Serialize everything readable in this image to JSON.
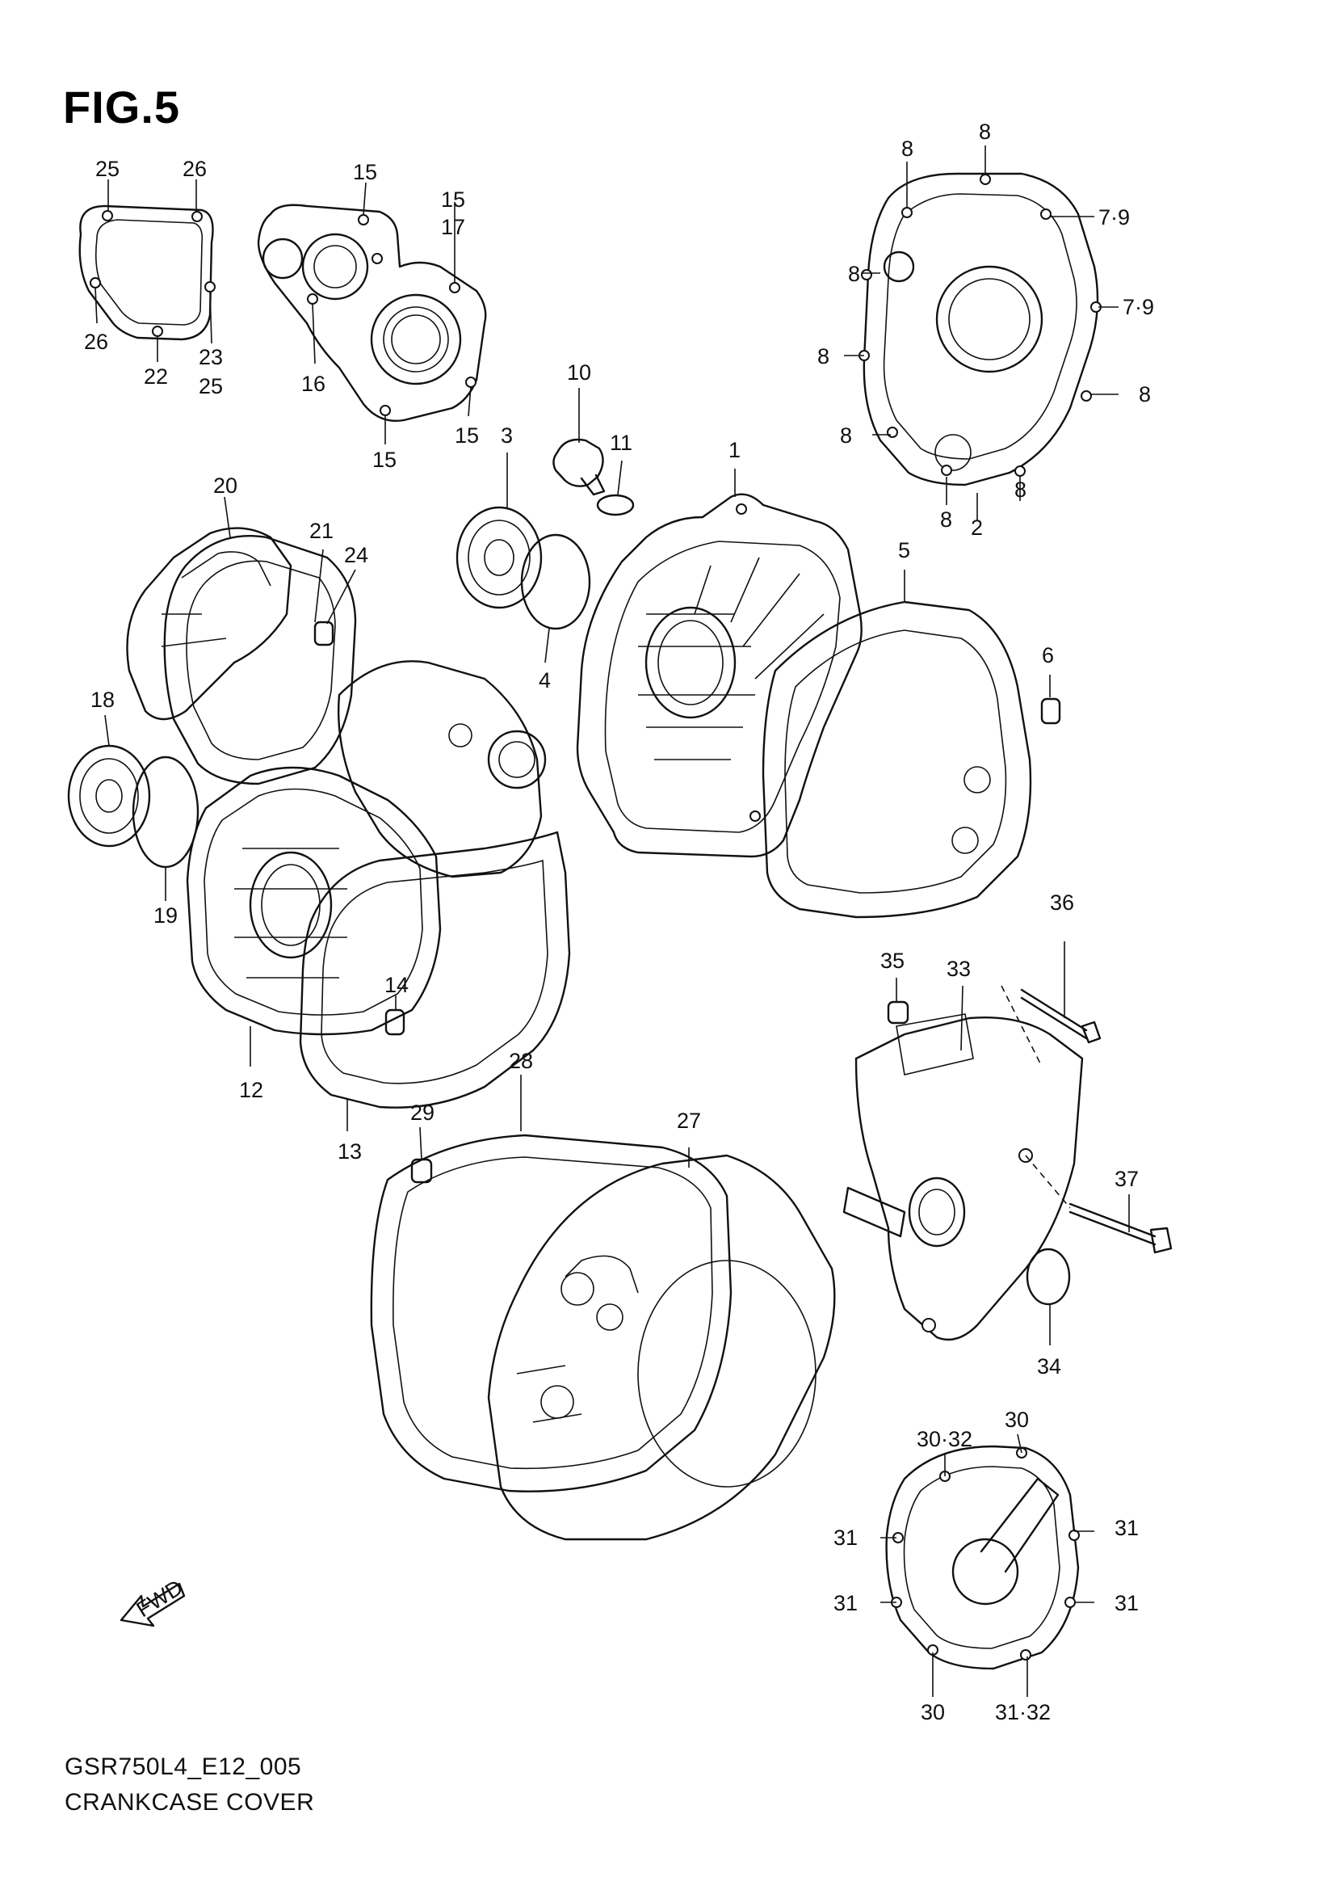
{
  "figure": {
    "title": "FIG.5",
    "code": "GSR750L4_E12_005",
    "name": "CRANKCASE COVER"
  },
  "labels": [
    {
      "id": "l1",
      "text": "1"
    },
    {
      "id": "l2",
      "text": "2"
    },
    {
      "id": "l3",
      "text": "3"
    },
    {
      "id": "l4",
      "text": "4"
    },
    {
      "id": "l5",
      "text": "5"
    },
    {
      "id": "l6",
      "text": "6"
    },
    {
      "id": "l7a",
      "text": "7·9"
    },
    {
      "id": "l7b",
      "text": "7·9"
    },
    {
      "id": "l8a",
      "text": "8"
    },
    {
      "id": "l8b",
      "text": "8"
    },
    {
      "id": "l8c",
      "text": "8"
    },
    {
      "id": "l8d",
      "text": "8"
    },
    {
      "id": "l8e",
      "text": "8"
    },
    {
      "id": "l8f",
      "text": "8"
    },
    {
      "id": "l8g",
      "text": "8"
    },
    {
      "id": "l8h",
      "text": "8"
    },
    {
      "id": "l10",
      "text": "10"
    },
    {
      "id": "l11",
      "text": "11"
    },
    {
      "id": "l12",
      "text": "12"
    },
    {
      "id": "l13",
      "text": "13"
    },
    {
      "id": "l14",
      "text": "14"
    },
    {
      "id": "l15a",
      "text": "15"
    },
    {
      "id": "l15b",
      "text": "15"
    },
    {
      "id": "l15c",
      "text": "15"
    },
    {
      "id": "l15d",
      "text": "15"
    },
    {
      "id": "l16",
      "text": "16"
    },
    {
      "id": "l17",
      "text": "17"
    },
    {
      "id": "l18",
      "text": "18"
    },
    {
      "id": "l19",
      "text": "19"
    },
    {
      "id": "l20",
      "text": "20"
    },
    {
      "id": "l21",
      "text": "21"
    },
    {
      "id": "l22",
      "text": "22"
    },
    {
      "id": "l23",
      "text": "23"
    },
    {
      "id": "l24",
      "text": "24"
    },
    {
      "id": "l25a",
      "text": "25"
    },
    {
      "id": "l25b",
      "text": "25"
    },
    {
      "id": "l26a",
      "text": "26"
    },
    {
      "id": "l26b",
      "text": "26"
    },
    {
      "id": "l27",
      "text": "27"
    },
    {
      "id": "l28",
      "text": "28"
    },
    {
      "id": "l29",
      "text": "29"
    },
    {
      "id": "l30a",
      "text": "30"
    },
    {
      "id": "l30b",
      "text": "30"
    },
    {
      "id": "l30c",
      "text": "30·32"
    },
    {
      "id": "l31a",
      "text": "31"
    },
    {
      "id": "l31b",
      "text": "31"
    },
    {
      "id": "l31c",
      "text": "31"
    },
    {
      "id": "l31d",
      "text": "31"
    },
    {
      "id": "l31e",
      "text": "31·32"
    },
    {
      "id": "l33",
      "text": "33"
    },
    {
      "id": "l34",
      "text": "34"
    },
    {
      "id": "l35",
      "text": "35"
    },
    {
      "id": "l36",
      "text": "36"
    },
    {
      "id": "l37",
      "text": "37"
    }
  ],
  "arrow": {
    "text": "FWD"
  }
}
